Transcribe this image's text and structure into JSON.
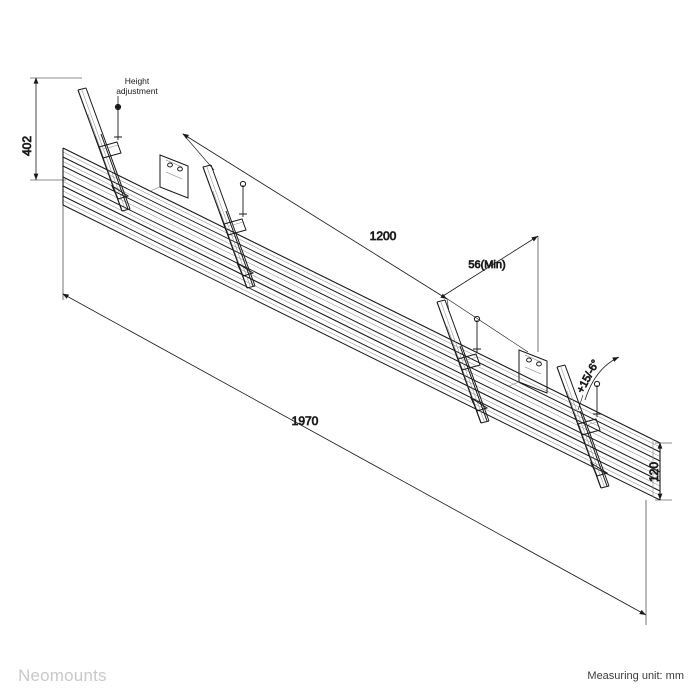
{
  "footer": {
    "brand": "Neomounts",
    "unit_note": "Measuring unit: mm"
  },
  "diagram": {
    "type": "technical-drawing",
    "subject": "wall mount bar system for video wall / multiple displays",
    "annotations": {
      "height_adjustment": "Height\nadjustment",
      "height_adjustment_line1": "Height",
      "height_adjustment_line2": "adjustment",
      "dim_402": "402",
      "dim_1200": "1200",
      "dim_56_min": "56(Min)",
      "dim_1970": "1970",
      "dim_120": "120",
      "tilt_angle": "+15/-6°"
    }
  },
  "chart_data": {
    "type": "table",
    "title": "Mount dimensions",
    "categories": [
      "402",
      "1200",
      "56(Min)",
      "1970",
      "120",
      "+15/-6°"
    ],
    "values": [
      402,
      1200,
      56,
      1970,
      120,
      15
    ]
  }
}
